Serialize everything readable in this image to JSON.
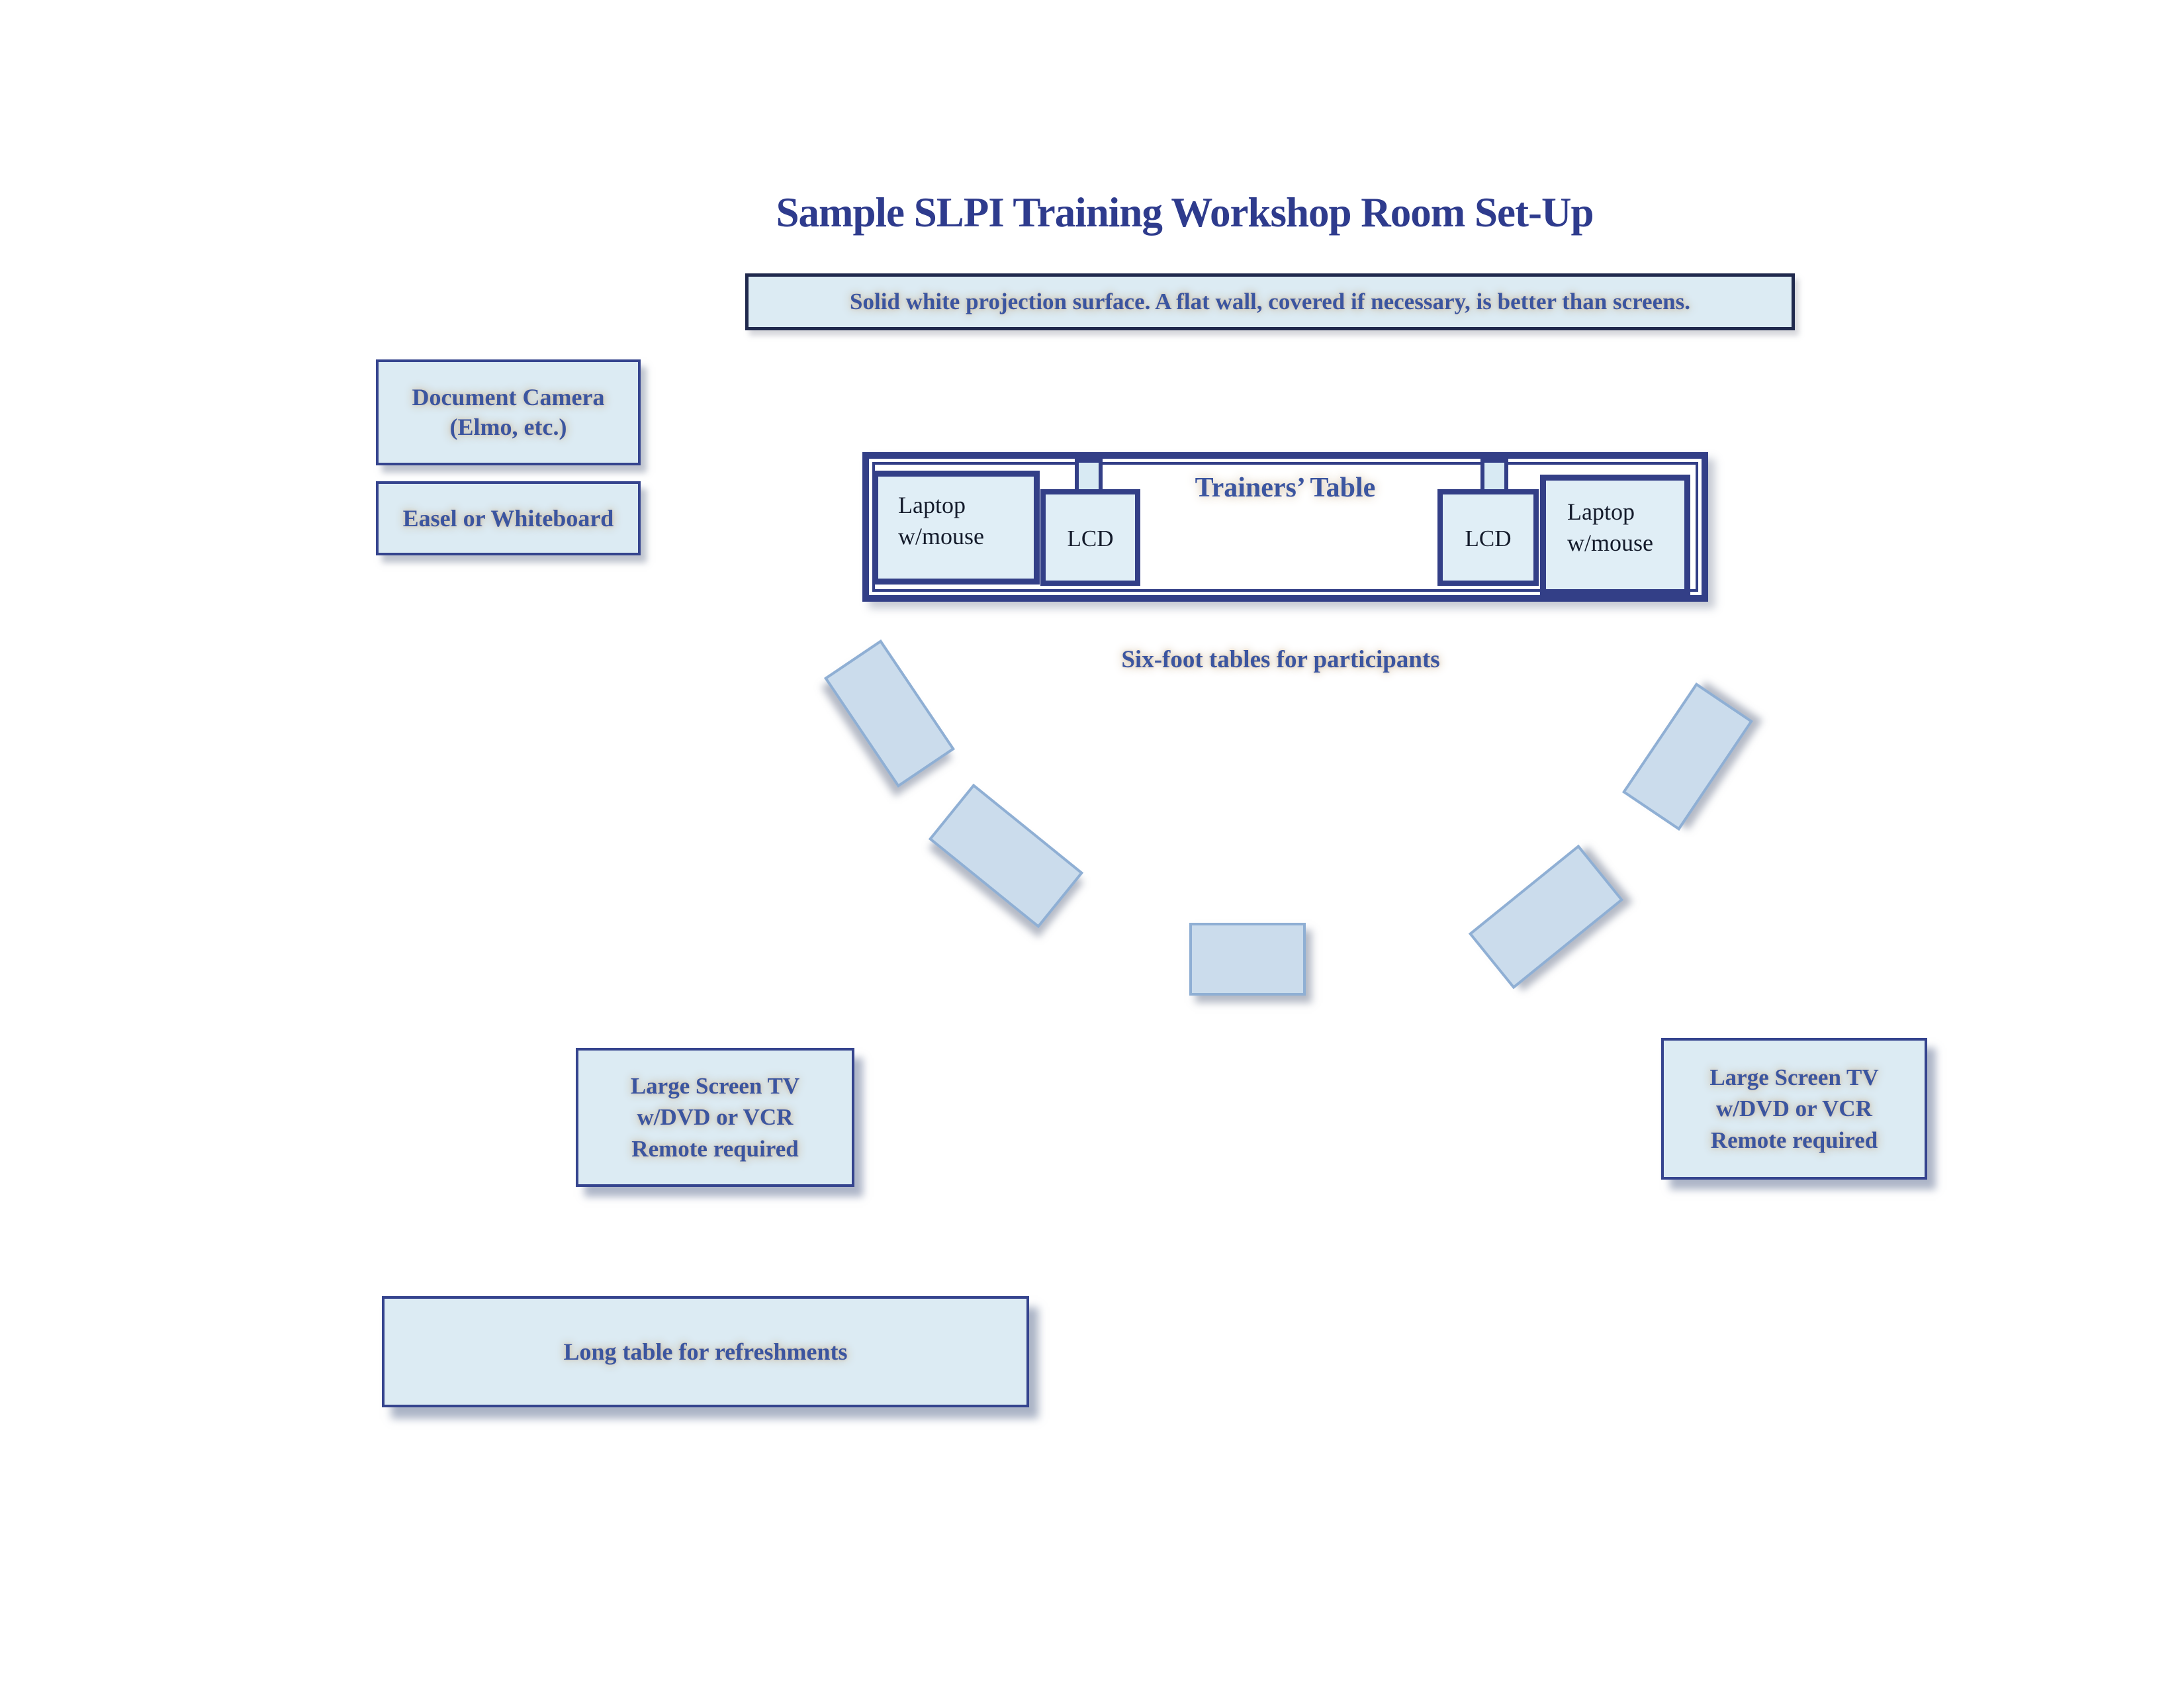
{
  "title": "Sample SLPI Training Workshop Room Set-Up",
  "projection_note": "Solid white projection surface.  A flat wall, covered if necessary, is better than screens.",
  "equipment": {
    "document_camera": "Document Camera\n(Elmo, etc.)",
    "easel": "Easel or Whiteboard",
    "tv_left": "Large Screen TV\nw/DVD or VCR\nRemote required",
    "tv_right": "Large Screen TV\nw/DVD or VCR\nRemote required",
    "refreshments": "Long table for refreshments"
  },
  "trainers_table": {
    "label": "Trainers’ Table",
    "laptop_left": "Laptop\nw/mouse",
    "lcd_left": "LCD",
    "lcd_right": "LCD",
    "laptop_right": "Laptop\nw/mouse"
  },
  "participants": {
    "note": "Six-foot tables for participants",
    "table_count": 5
  },
  "colors": {
    "title_text": "#2e3b8d",
    "label_text": "#3b55a0",
    "navy_border": "#333f87",
    "projection_border": "#20294d",
    "box_fill": "#dcebf3",
    "device_fill": "#e0eef6",
    "participant_fill": "#cbdcec",
    "participant_border": "#8fafd4",
    "background": "#ffffff"
  }
}
